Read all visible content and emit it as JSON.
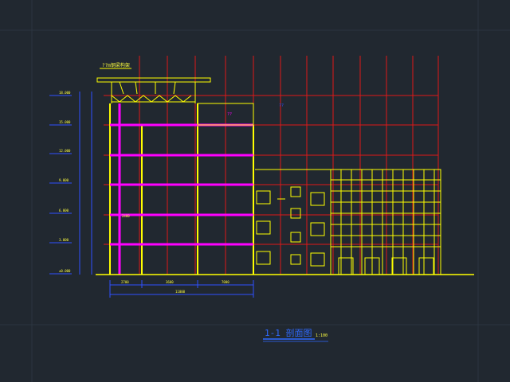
{
  "drawing": {
    "title": "1-1 剖面图",
    "scale": "1:100",
    "roof_note": "??m钢梁构架",
    "span_total": "11000",
    "span_left": "2700",
    "span_mid": "3600",
    "span_right": "7000",
    "dim_small": "2400",
    "note_a": "??",
    "note_b": "??"
  },
  "colors": {
    "background": "#212830",
    "wall": "#ffff00",
    "slab": "#ff00ff",
    "grid": "#ff2020",
    "dimension": "#2f50ff",
    "text": "#ffff40"
  }
}
